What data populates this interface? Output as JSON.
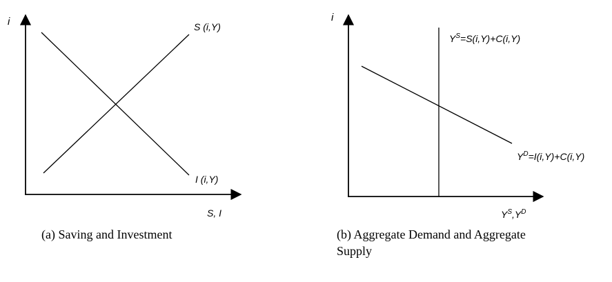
{
  "colors": {
    "ink": "#000000",
    "background": "#ffffff"
  },
  "panel_a": {
    "caption": "(a) Saving and Investment",
    "y_axis_label": "i",
    "x_axis_label": "S, I",
    "saving_label": "S (i,Y)",
    "investment_label": "I (i,Y)"
  },
  "panel_b": {
    "caption": "(b) Aggregate Demand and Aggregate Supply",
    "y_axis_label": "i",
    "x_axis": {
      "base1": "Y",
      "sup1": "S",
      "sep": ",",
      "base2": "Y",
      "sup2": "D"
    },
    "supply": {
      "base": "Y",
      "sup": "S",
      "rest": "=S(i,Y)+C(i,Y)"
    },
    "demand": {
      "base": "Y",
      "sup": "D",
      "rest": "=I(i,Y)+C(i,Y)"
    }
  }
}
